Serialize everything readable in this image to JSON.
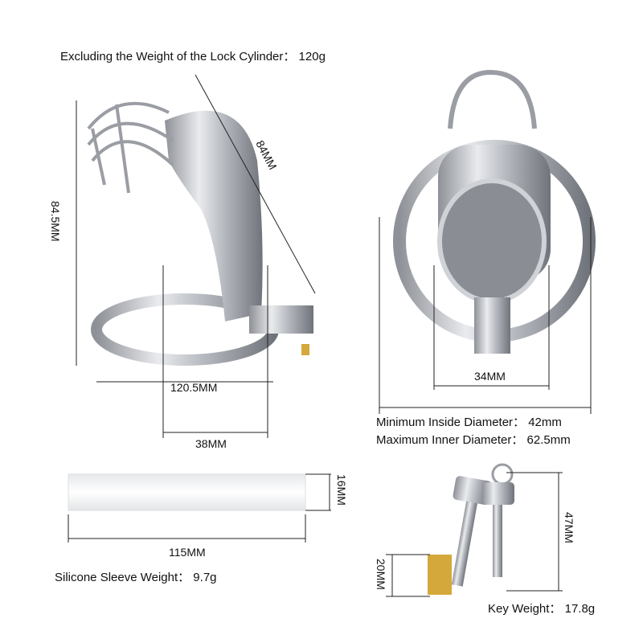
{
  "header": {
    "lock_weight_text": "Excluding the Weight of the Lock Cylinder：  120g"
  },
  "cage_side": {
    "diagonal_length": "84MM",
    "height": "84.5MM",
    "ring_width": "120.5MM",
    "opening_width": "38MM"
  },
  "cage_front": {
    "opening": "34MM",
    "min_diameter": "Minimum Inside Diameter：  42mm",
    "max_diameter": "Maximum Inner Diameter：  62.5mm"
  },
  "sleeve": {
    "thickness": "16MM",
    "length": "115MM",
    "weight": "Silicone Sleeve Weight：  9.7g"
  },
  "key": {
    "cylinder_length": "20MM",
    "key_length": "47MM",
    "weight": "Key Weight：  17.8g"
  },
  "colors": {
    "metal": "#c8cbd0",
    "metal_dark": "#7d8087",
    "brass": "#d4a83a",
    "sleeve": "#f1f3f4"
  }
}
